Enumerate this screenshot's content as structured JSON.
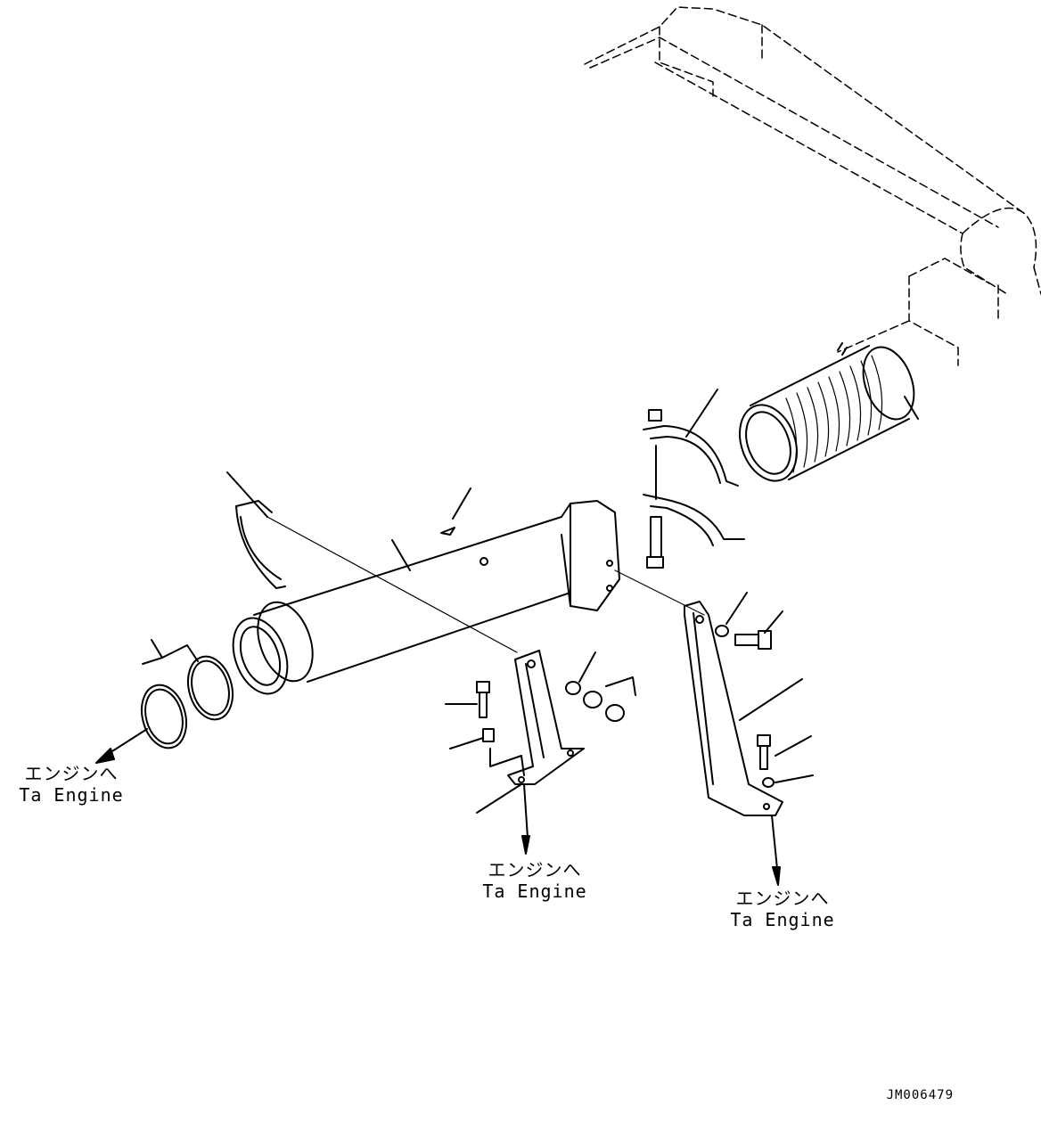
{
  "labels": {
    "engine_left": {
      "jp": "エンジンへ",
      "en": "Ta Engine"
    },
    "engine_center": {
      "jp": "エンジンへ",
      "en": "Ta Engine"
    },
    "engine_right": {
      "jp": "エンジンへ",
      "en": "Ta Engine"
    }
  },
  "drawing_code": "JM006479",
  "colors": {
    "line": "#000000",
    "background": "#ffffff"
  }
}
